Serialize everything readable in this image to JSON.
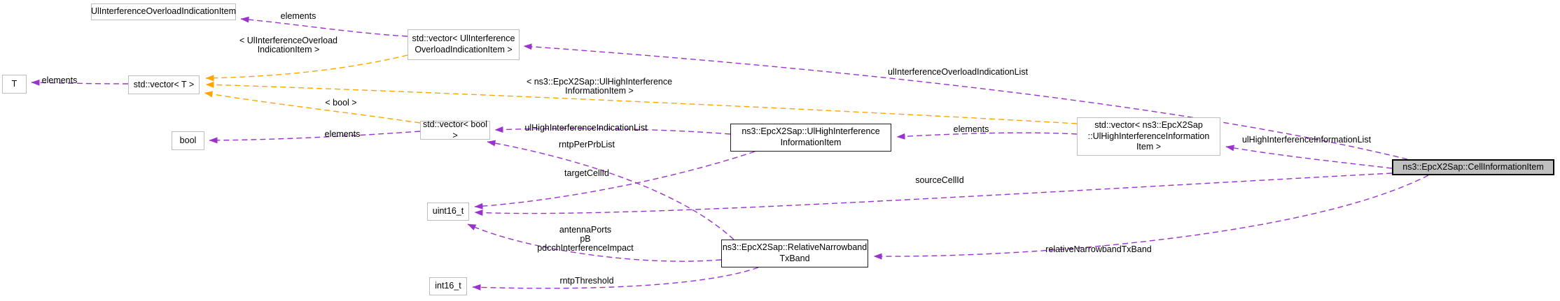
{
  "diagram": {
    "kind": "collaboration-graph",
    "main_class": "ns3::EpcX2Sap::CellInformationItem"
  },
  "colors": {
    "member_edge": "#9a32cd",
    "template_edge": "#ffa500",
    "main_fill": "#bfbfbf",
    "plain_border": "#bdbdbd",
    "class_border": "#1c1c1c",
    "background": "#ffffff"
  },
  "nodes": {
    "uloi_item": {
      "label": "UlInterferenceOverloadIndicationItem"
    },
    "vector_uloi": {
      "label": "std::vector< UlInterference\nOverloadIndicationItem >"
    },
    "t": {
      "label": "T"
    },
    "vector_t": {
      "label": "std::vector< T >"
    },
    "bool_type": {
      "label": "bool"
    },
    "vector_bool": {
      "label": "std::vector< bool >"
    },
    "uhii_item": {
      "label": "ns3::EpcX2Sap::UlHighInterference\nInformationItem"
    },
    "vector_uhii": {
      "label": "std::vector< ns3::EpcX2Sap\n::UlHighInterferenceInformation\nItem >"
    },
    "uint16": {
      "label": "uint16_t"
    },
    "int16": {
      "label": "int16_t"
    },
    "rntb": {
      "label": "ns3::EpcX2Sap::RelativeNarrowband\nTxBand"
    },
    "main": {
      "label": "ns3::EpcX2Sap::CellInformationItem"
    }
  },
  "edge_labels": {
    "elements_uloi": {
      "text": "elements"
    },
    "tmpl_uloi": {
      "text": "< UlInterferenceOverload\nIndicationItem >"
    },
    "elements_t": {
      "text": "elements"
    },
    "tmpl_uhii": {
      "text": "< ns3::EpcX2Sap::UlHighInterference\nInformationItem >"
    },
    "tmpl_bool": {
      "text": "< bool >"
    },
    "ul_overload_list": {
      "text": "ulInterferenceOverloadIndicationList"
    },
    "elements_bool": {
      "text": "elements"
    },
    "ul_high_ind_list": {
      "text": "ulHighInterferenceIndicationList"
    },
    "rntp_per_prb": {
      "text": "rntpPerPrbList"
    },
    "target_cell": {
      "text": "targetCellId"
    },
    "elements_uhii": {
      "text": "elements"
    },
    "ul_high_info_list": {
      "text": "ulHighInterferenceInformationList"
    },
    "source_cell": {
      "text": "sourceCellId"
    },
    "antenna_pb_pdcch": {
      "text": "antennaPorts\npB\npdcchInterferenceImpact"
    },
    "rntp_threshold": {
      "text": "rntpThreshold"
    },
    "relative_nb": {
      "text": "relativeNarrowbandTxBand"
    }
  }
}
